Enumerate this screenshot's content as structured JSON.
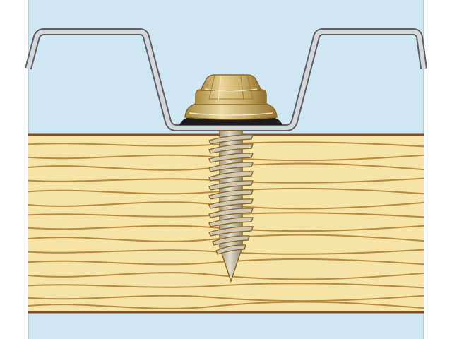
{
  "diagram": {
    "components": [
      {
        "id": "metal-roof-sheet",
        "kind": "corrugated-metal-panel"
      },
      {
        "id": "hex-washer-head",
        "kind": "hex-head-with-washer"
      },
      {
        "id": "rubber-seal-washer",
        "kind": "neoprene-washer"
      },
      {
        "id": "screw-shank",
        "kind": "threaded-shank"
      },
      {
        "id": "wood-substrate",
        "kind": "wood-board"
      }
    ],
    "colors": {
      "sky": "#cfe6f3",
      "metal_fill": "#d4d8da",
      "metal_stroke": "#5d6064",
      "wood": "#f6e3a6",
      "wood_grain": "#b98a3d",
      "wood_edge": "#8b4a1c",
      "gold": "#cdb371",
      "gold_dark": "#8c6a27",
      "seal": "#1c1c1c",
      "thread": "#c7c0ad"
    }
  }
}
